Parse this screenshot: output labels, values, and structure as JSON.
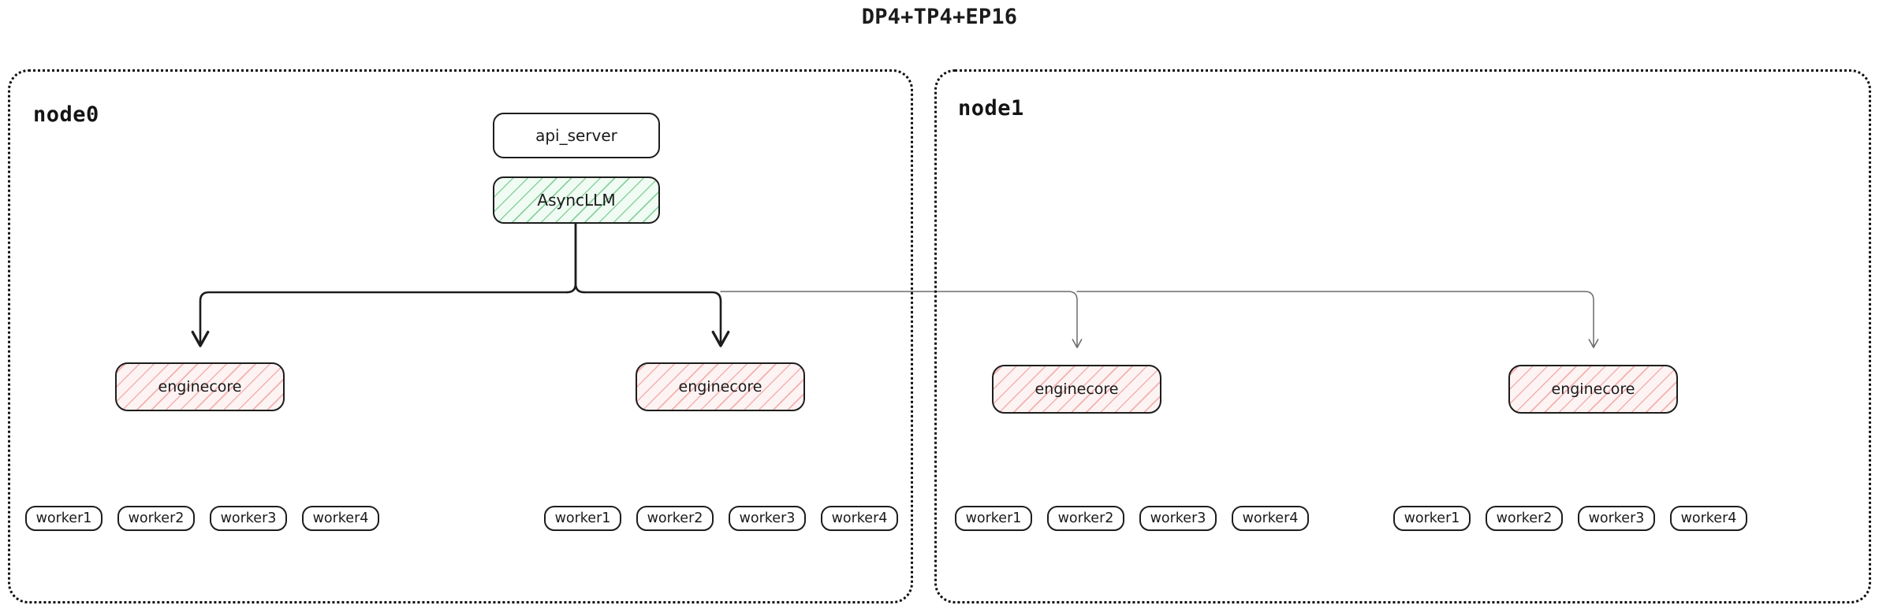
{
  "title": "DP4+TP4+EP16",
  "colors": {
    "border": "#1d1d1d",
    "cluster_border": "#0f0f0f",
    "engine_hatch": "#f09696",
    "engine_bg": "#fdf3f3",
    "async_hatch": "#78c891",
    "async_bg": "#f0fcf3",
    "arrow_primary": "#1d1d1d",
    "arrow_secondary": "#6b6b6b",
    "text": "#1a1a1a",
    "page_bg": "#ffffff"
  },
  "nodes": [
    {
      "id": "node0",
      "label": "node0",
      "engines": [
        {
          "label": "enginecore",
          "workers": [
            {
              "label": "worker1"
            },
            {
              "label": "worker2"
            },
            {
              "label": "worker3"
            },
            {
              "label": "worker4"
            }
          ]
        },
        {
          "label": "enginecore",
          "workers": [
            {
              "label": "worker1"
            },
            {
              "label": "worker2"
            },
            {
              "label": "worker3"
            },
            {
              "label": "worker4"
            }
          ]
        }
      ]
    },
    {
      "id": "node1",
      "label": "node1",
      "engines": [
        {
          "label": "enginecore",
          "workers": [
            {
              "label": "worker1"
            },
            {
              "label": "worker2"
            },
            {
              "label": "worker3"
            },
            {
              "label": "worker4"
            }
          ]
        },
        {
          "label": "enginecore",
          "workers": [
            {
              "label": "worker1"
            },
            {
              "label": "worker2"
            },
            {
              "label": "worker3"
            },
            {
              "label": "worker4"
            }
          ]
        }
      ]
    }
  ],
  "frontend": {
    "api_server": "api_server",
    "async_llm": "AsyncLLM"
  }
}
